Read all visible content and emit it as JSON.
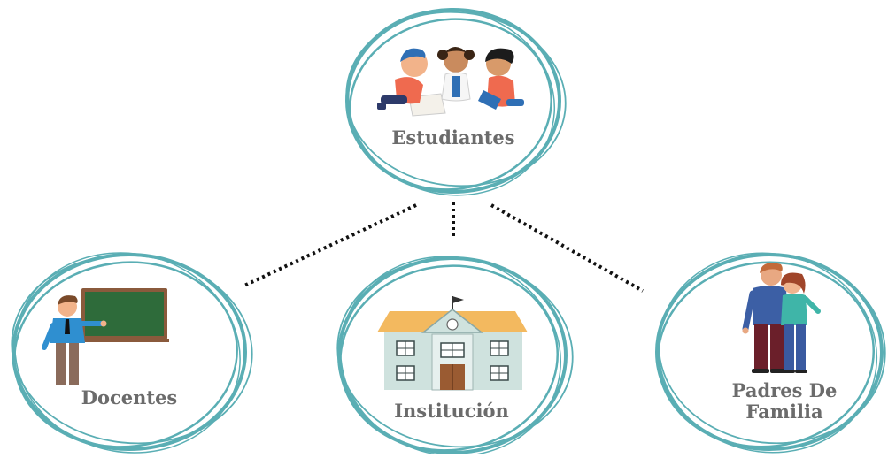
{
  "nodes": {
    "estudiantes": {
      "label": "Estudiantes"
    },
    "docentes": {
      "label": "Docentes"
    },
    "institucion": {
      "label": "Institución"
    },
    "padres": {
      "label_line1": "Padres De",
      "label_line2": "Familia"
    }
  },
  "colors": {
    "ring": "#5aaeb4",
    "connector": "#111111",
    "label": "#6b6b6b"
  },
  "icons": {
    "estudiantes": "children-group-icon",
    "docentes": "teacher-blackboard-icon",
    "institucion": "school-building-icon",
    "padres": "parents-couple-icon"
  }
}
